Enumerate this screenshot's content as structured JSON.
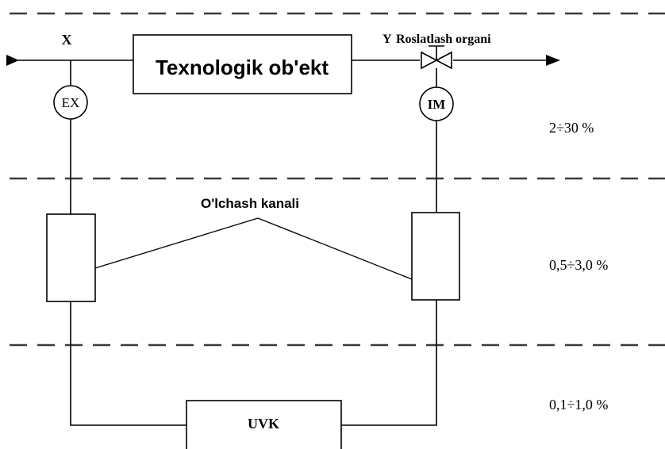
{
  "labels": {
    "input_signal": "X",
    "output_signal": "Y",
    "regulator": "Roslatlash organi",
    "object": "Texnologik ob'ekt",
    "sensor": "EX",
    "actuator": "IM",
    "channel": "O'lchash kanali",
    "controller": "UVK"
  },
  "accuracy_levels": [
    "2÷30 %",
    "0,5÷3,0 %",
    "0,1÷1,0 %"
  ]
}
